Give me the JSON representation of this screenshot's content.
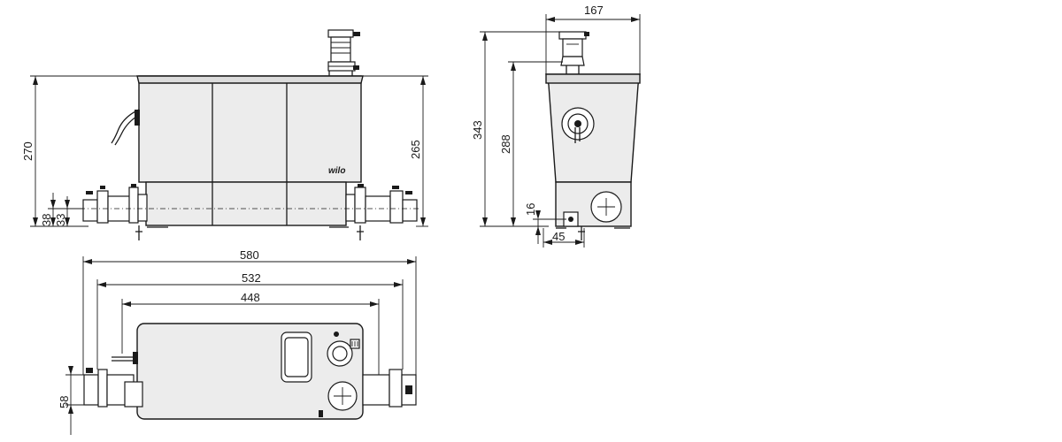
{
  "dimensions": {
    "front_height_total": "270",
    "front_height_body": "265",
    "front_inlet_38": "38",
    "front_inlet_33": "33",
    "side_width": "167",
    "side_height_total": "343",
    "side_height_body": "288",
    "side_outlet_height": "16",
    "side_outlet_offset": "45",
    "top_length_total": "580",
    "top_length_mid": "532",
    "top_length_inner": "448",
    "top_inlet_58": "58"
  },
  "brand": "wilo"
}
